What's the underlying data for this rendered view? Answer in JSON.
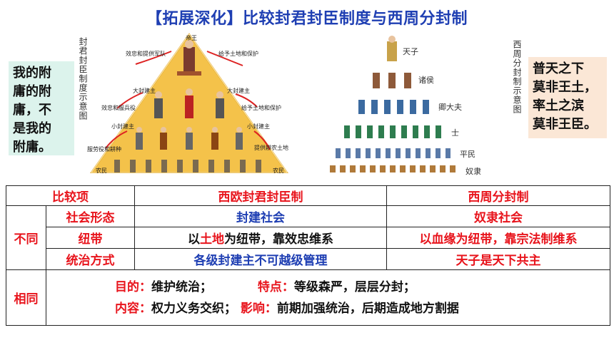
{
  "title": "【拓展深化】比较封君封臣制度与西周分封制",
  "left_note": [
    "我的附",
    "庸的附",
    "庸，不",
    "是我的",
    "附庸。"
  ],
  "right_note": [
    "普天之下",
    "莫非王土，",
    "率土之滨",
    "莫非王臣。"
  ],
  "left_diagram": {
    "caption": "封君封臣制度示意图",
    "levels": [
      "帝王",
      "大封建主",
      "小封建主",
      "农民"
    ],
    "up_labels": [
      "效忠和提供军队",
      "效忠和服兵役",
      "服劳役和耕种"
    ],
    "down_labels": [
      "给予土地和保护",
      "给予土地和保护",
      "提供耕农土地"
    ]
  },
  "right_diagram": {
    "caption": "西周分封制示意图",
    "levels": [
      "天子",
      "诸侯",
      "卿大夫",
      "士",
      "平民",
      "奴隶"
    ]
  },
  "table": {
    "headers": [
      "比较项",
      "西欧封君封臣制",
      "西周分封制"
    ],
    "diff_label": "不同",
    "same_label": "相同",
    "rows": [
      {
        "item": "社会形态",
        "west": "封建社会",
        "zhou": "奴隶社会"
      },
      {
        "item": "纽带",
        "west_pre": "以",
        "west_hl": "土地",
        "west_post": "为纽带，靠效忠维系",
        "zhou": "以血缘为纽带，靠宗法制维系"
      },
      {
        "item": "统治方式",
        "west": "各级封建主不可越级管理",
        "zhou": "天子是天下共主"
      }
    ],
    "same": {
      "purpose_k": "目的：",
      "purpose_v": "维护统治；",
      "feature_k": "特点：",
      "feature_v": "等级森严，层层分封；",
      "content_k": "内容：",
      "content_v": "权力义务交织；",
      "impact_k": "影响：",
      "impact_v": "前期加强统治，后期造成地方割据"
    }
  }
}
